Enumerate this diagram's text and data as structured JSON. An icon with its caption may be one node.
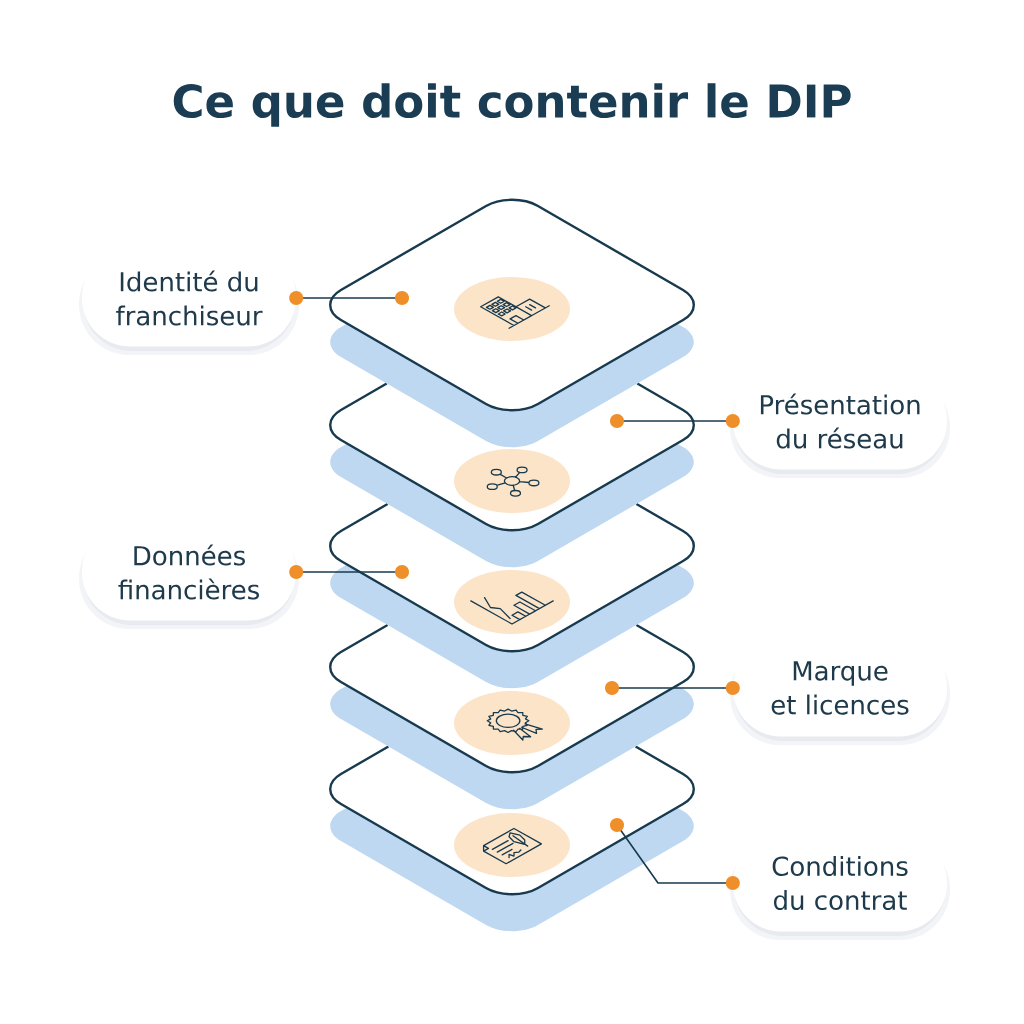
{
  "diagram": {
    "title": "Ce que doit contenir le DIP",
    "nodes": [
      {
        "text": [],
        "shape": "diamond"
      },
      {
        "text": [],
        "shape": "diamond"
      },
      {
        "text": [],
        "shape": "diamond"
      },
      {
        "text": [],
        "shape": "diamond"
      },
      {
        "text": [],
        "shape": "diamond"
      },
      {
        "text": [
          "Identité du franchiseur"
        ]
      },
      {
        "text": [
          "Présentation du réseau"
        ]
      },
      {
        "text": [
          "Données financières"
        ]
      },
      {
        "text": [
          "Marque et licences"
        ]
      },
      {
        "text": [
          "Conditions du contrat"
        ]
      }
    ],
    "edges": [
      {
        "from": 5,
        "to": 0,
        "arrow": "other"
      },
      {
        "from": 6,
        "to": 1,
        "arrow": "other"
      },
      {
        "from": 7,
        "to": 2,
        "arrow": "other"
      },
      {
        "from": 8,
        "to": 3,
        "arrow": "other"
      },
      {
        "from": 9,
        "to": 4,
        "arrow": "other"
      }
    ]
  }
}
